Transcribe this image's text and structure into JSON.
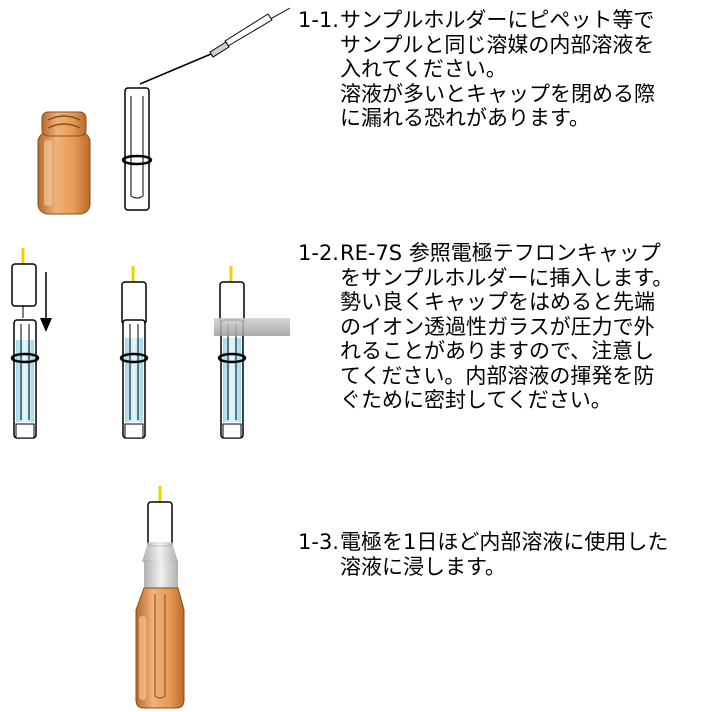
{
  "steps": [
    {
      "number": "1-1.",
      "lines": [
        "サンプルホルダーにピペット等で",
        "サンプルと同じ溶媒の内部溶液を",
        "入れてください。",
        "溶液が多いとキャップを閉める際",
        "に漏れる恐れがあります。"
      ]
    },
    {
      "number": "1-2.",
      "lines": [
        "RE-7S 参照電極テフロンキャップ",
        "をサンプルホルダーに挿入します。",
        "勢い良くキャップをはめると先端",
        "のイオン透過性ガラスが圧力で外",
        "れることがありますので、注意し",
        "てください。内部溶液の揮発を防",
        "ぐために密封してください。"
      ]
    },
    {
      "number": "1-3.",
      "lines": [
        "電極を1日ほど内部溶液に使用した",
        "溶液に浸します。"
      ]
    }
  ],
  "colors": {
    "bottle_amber": "#d9914a",
    "solution_blue": "#c6ecf7",
    "electrode_lead": "#e8d400",
    "outline": "#000000"
  }
}
